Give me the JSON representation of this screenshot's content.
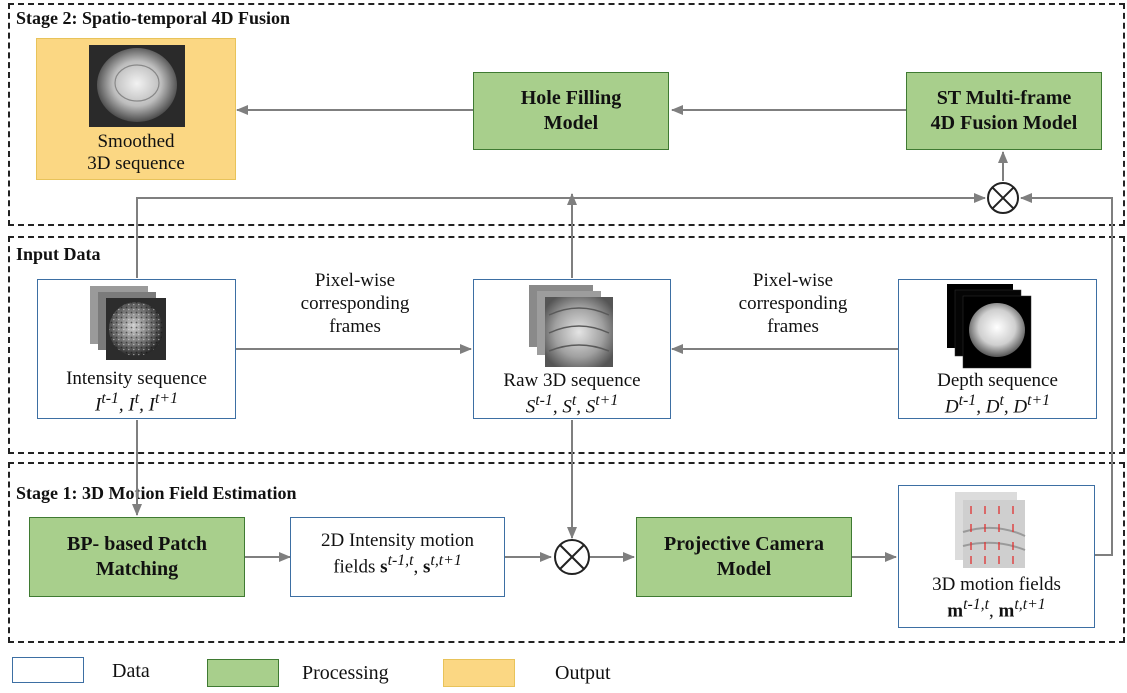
{
  "stages": {
    "stage2_title": "Stage 2: Spatio-temporal 4D Fusion",
    "input_title": "Input Data",
    "stage1_title": "Stage 1: 3D Motion Field Estimation"
  },
  "boxes": {
    "smoothed": [
      "Smoothed",
      "3D sequence"
    ],
    "hole_filling": [
      "Hole Filling",
      "Model"
    ],
    "st_fusion": [
      "ST Multi-frame",
      "4D Fusion Model"
    ],
    "intensity_seq": "Intensity sequence",
    "raw3d_seq": "Raw 3D sequence",
    "depth_seq": "Depth sequence",
    "bp_matching": [
      "BP- based Patch",
      "Matching"
    ],
    "motion2d": [
      "2D Intensity motion",
      "fields"
    ],
    "projective": [
      "Projective Camera",
      "Model"
    ],
    "motion3d": "3D motion fields"
  },
  "symbols": {
    "intensity": {
      "base": "I",
      "sup": [
        "t-1",
        "t",
        "t+1"
      ]
    },
    "raw3d": {
      "base": "S",
      "sup": [
        "t-1",
        "t",
        "t+1"
      ]
    },
    "depth": {
      "base": "D",
      "sup": [
        "t-1",
        "t",
        "t+1"
      ]
    },
    "motion2d": {
      "base": "s",
      "sup": [
        "t-1,t",
        "t,t+1"
      ]
    },
    "motion3d": {
      "base": "m",
      "sup": [
        "t-1,t",
        "t,t+1"
      ]
    }
  },
  "edge_labels": {
    "left": [
      "Pixel-wise",
      "corresponding",
      "frames"
    ],
    "right": [
      "Pixel-wise",
      "corresponding",
      "frames"
    ]
  },
  "operators": {
    "multiply": "⊗"
  },
  "legend": {
    "data": "Data",
    "processing": "Processing",
    "output": "Output"
  },
  "colors": {
    "processing": "#a8cf8c",
    "output": "#fbd783",
    "data_border": "#3d6fa3",
    "arrow": "#7f7f7f"
  }
}
